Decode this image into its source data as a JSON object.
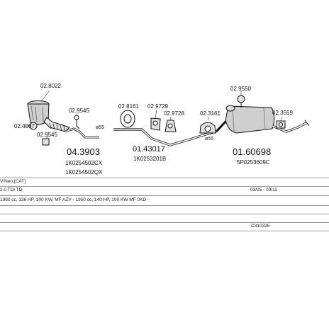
{
  "parts": {
    "p_028022": "02.8022",
    "p_024007": "02.4007",
    "p_029545a": "02.9545",
    "p_029545b": "02.9545",
    "p_043903": "04.3903",
    "p_043903_ref1": "1K0254502CX",
    "p_043903_ref2": "1K0254502QX",
    "dia_55a": "ø55",
    "p_028161": "02.8161",
    "p_029729": "02.9729",
    "p_029728": "02.9728",
    "p_143017": "01.43017",
    "p_143017_ref": "1K0253201B",
    "p_023161": "02.3161",
    "dia_55b": "ø55",
    "p_029550": "02.9550",
    "p_023559": "02.3559",
    "p_160698": "01.60698",
    "p_160698_ref": "5P0253609C"
  },
  "info": {
    "vehicle": "V/Neo [CAT]",
    "engine": "2.0 TDi TD",
    "dates": "03/05 - 09/11",
    "specs": "1980 cc, 136 HP, 100 KW, MF AZV - 1950 cc, 140 HP, 100 KW MF 0KD -",
    "code": "C310336"
  }
}
